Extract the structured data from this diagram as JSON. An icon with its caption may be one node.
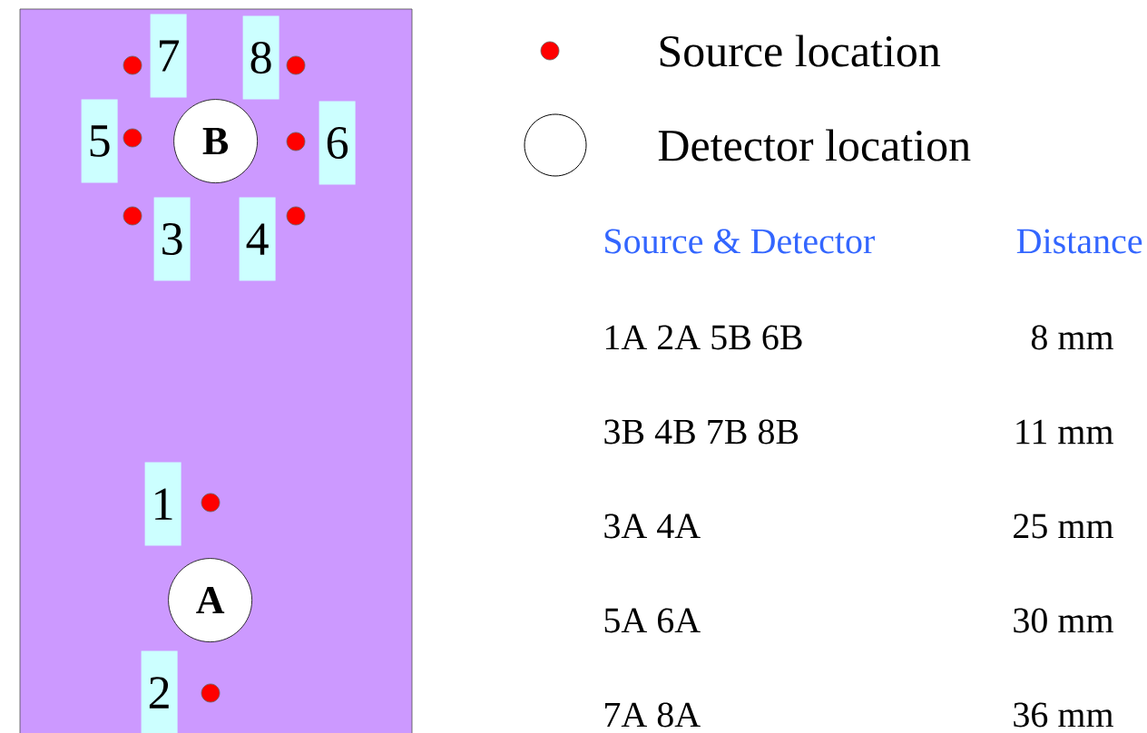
{
  "diagram": {
    "nodes": [
      {
        "text": [],
        "shape": "box"
      },
      {
        "text": [
          "7"
        ],
        "in": 0
      },
      {
        "text": [
          "8"
        ],
        "in": 0
      },
      {
        "text": [
          "5"
        ],
        "in": 0
      },
      {
        "text": [
          "B"
        ],
        "in": 0
      },
      {
        "text": [
          "6"
        ],
        "in": 0
      },
      {
        "text": [
          "3"
        ],
        "in": 0
      },
      {
        "text": [
          "4"
        ],
        "in": 0
      },
      {
        "text": [
          "1"
        ],
        "in": 0
      },
      {
        "text": [
          "A"
        ],
        "in": 0
      },
      {
        "text": [
          "2"
        ],
        "in": 0
      }
    ],
    "edges": [],
    "labels": [
      "Source & Detector",
      "Distance",
      "1A 2A 5B 6B",
      "8 mm",
      "3B 4B 7B 8B",
      "11 mm",
      "3A 4A",
      "25 mm",
      "5A 6A",
      "30 mm",
      "7A 8A",
      "36 mm"
    ],
    "legend": [
      {
        "text": "Source location"
      },
      {
        "text": "Detector location"
      }
    ]
  }
}
